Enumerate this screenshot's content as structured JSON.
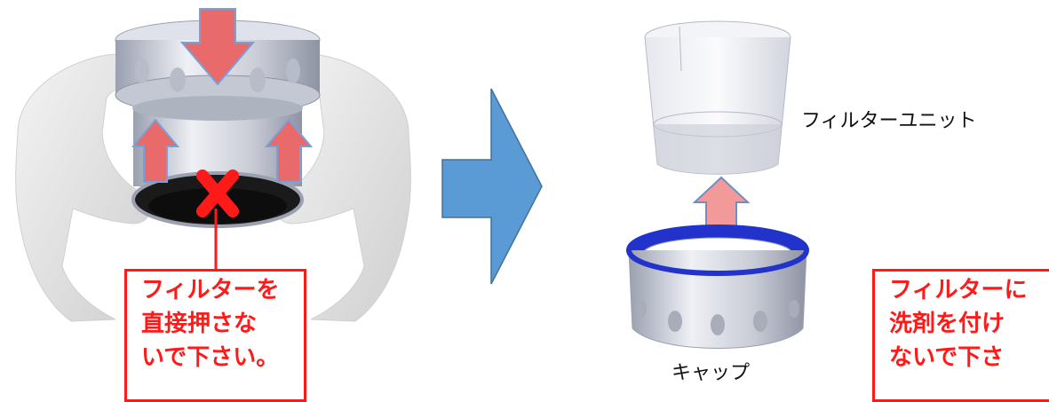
{
  "left_panel": {
    "warning_lines": [
      "フィルターを",
      "直接押さな",
      "いで下さい。"
    ],
    "figure": "hands-holding-filter-housing",
    "push_arrow_color": "#e86a6a",
    "forbidden_mark_color": "#ff1a1a"
  },
  "transition_arrow": {
    "color": "#5b9bd5",
    "direction": "right"
  },
  "right_panel": {
    "filter_unit_label": "フィルターユニット",
    "cap_label": "キャップ",
    "warning_lines": [
      "フィルターに",
      "洗剤を付け",
      "ないで下さ"
    ],
    "lift_arrow_color": "#e86a6a",
    "cap_inner_ring_color": "#2233cc"
  },
  "accent_red": "#ff1a1a"
}
